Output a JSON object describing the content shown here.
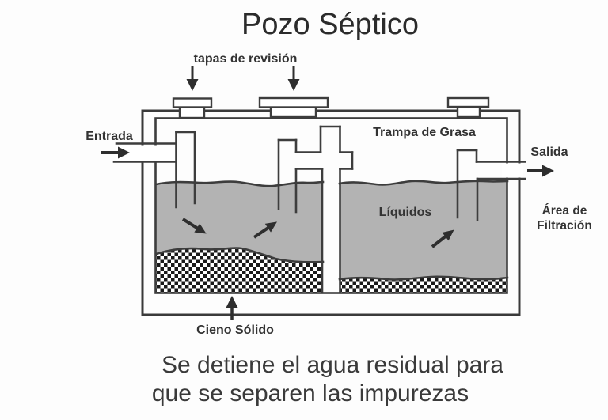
{
  "title": "Pozo Séptico",
  "labels": {
    "inspection_caps": "tapas de revisión",
    "inlet": "Entrada",
    "grease_trap": "Trampa de Grasa",
    "outlet": "Salida",
    "liquids": "Líquidos",
    "filtration_area": [
      "Área de",
      "Filtración"
    ],
    "solid_sludge": "Cieno Sólido"
  },
  "caption": [
    "Se detiene el agua residual para",
    "que se separen las impurezas"
  ],
  "colors": {
    "liquid": "#b3b3b3",
    "line": "#3d3d3d",
    "sediment_dots": "#1a1a1a",
    "background": "#fdfdfd",
    "text": "#333333"
  }
}
